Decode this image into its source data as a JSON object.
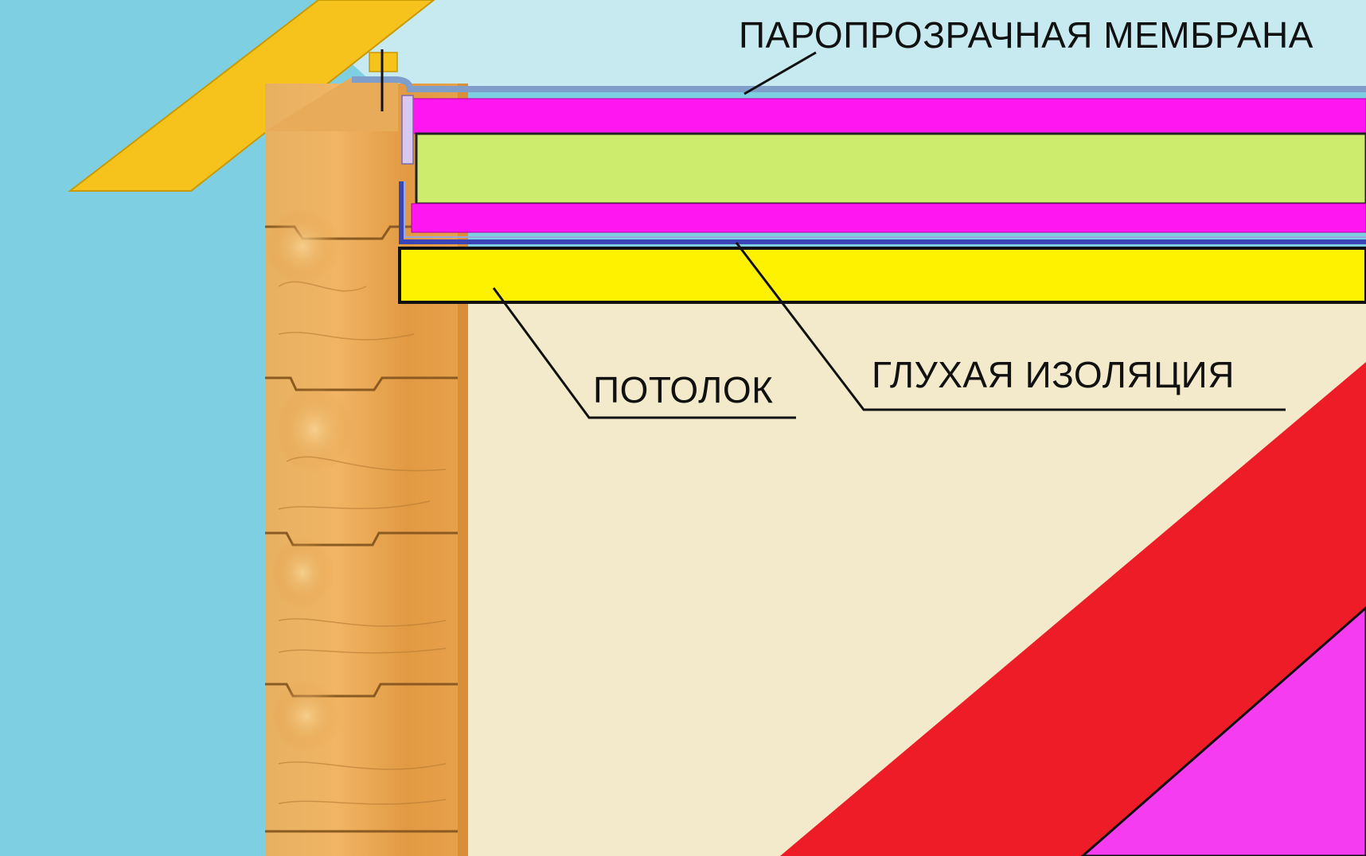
{
  "labels": {
    "membrane": "ПАРОПРОЗРАЧНАЯ МЕМБРАНА",
    "insulation": "ГЛУХАЯ ИЗОЛЯЦИЯ",
    "ceiling": "ПОТОЛОК"
  },
  "colors": {
    "outside_air": "#7fcfe3",
    "attic_air": "#c7e9f0",
    "room_interior": "#f2eacb",
    "rafter": "#f5c31c",
    "magenta_layer": "#ff16f0",
    "green_layer": "#cdeb6d",
    "ceiling_board": "#fff200",
    "vapor_membrane": "#7f9ec9",
    "sealed_insulation": "#3a46b8",
    "red_band": "#ee1c27",
    "pink_band": "#f53cf0",
    "log_wood": "#e8a952"
  }
}
